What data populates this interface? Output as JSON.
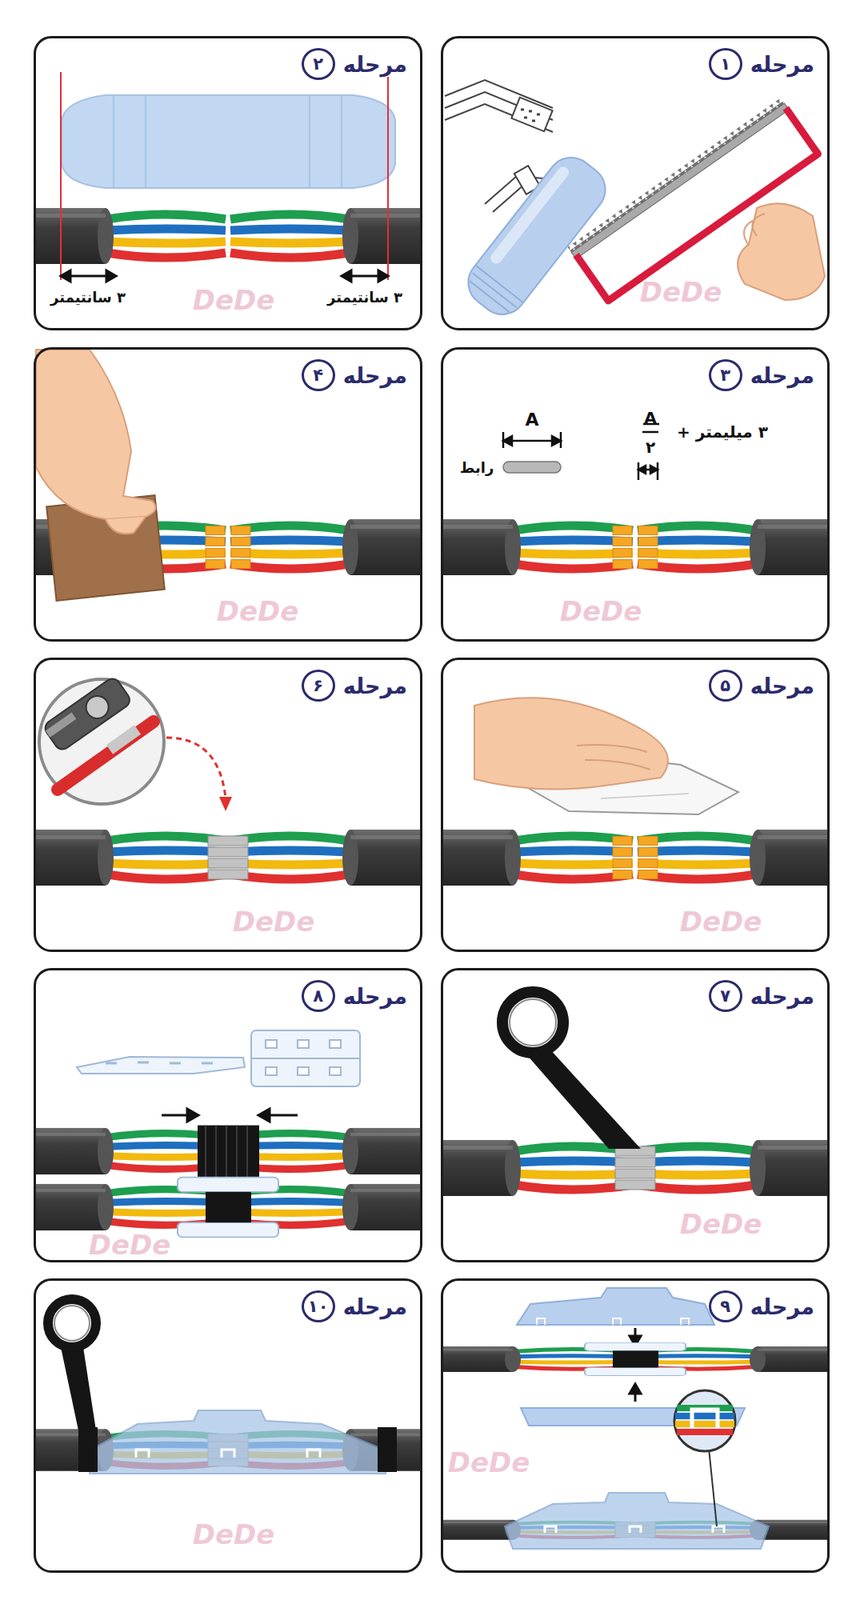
{
  "diagram": {
    "nodes": [
      {
        "text": [
          "مرحله",
          "۱"
        ]
      },
      {
        "text": [
          "مرحله",
          "۲"
        ]
      },
      {
        "text": [
          "مرحله",
          "۳"
        ]
      },
      {
        "text": [
          "مرحله",
          "۴"
        ]
      },
      {
        "text": [
          "مرحله",
          "۵"
        ]
      },
      {
        "text": [
          "مرحله",
          "۶"
        ]
      },
      {
        "text": [
          "مرحله",
          "۷"
        ]
      },
      {
        "text": [
          "مرحله",
          "۸"
        ]
      },
      {
        "text": [
          "مرحله",
          "۹"
        ]
      },
      {
        "text": [
          "مرحله",
          "۱۰"
        ]
      }
    ],
    "labels": [
      "۳ سانتیمتر",
      "۳ سانتیمتر",
      "A",
      "رابط",
      "A",
      "۲",
      "۳ میلیمتر +",
      "DeDe",
      "DeDe",
      "DeDe",
      "DeDe",
      "DeDe",
      "DeDe",
      "DeDe",
      "DeDe",
      "DeDe",
      "DeDe"
    ]
  }
}
